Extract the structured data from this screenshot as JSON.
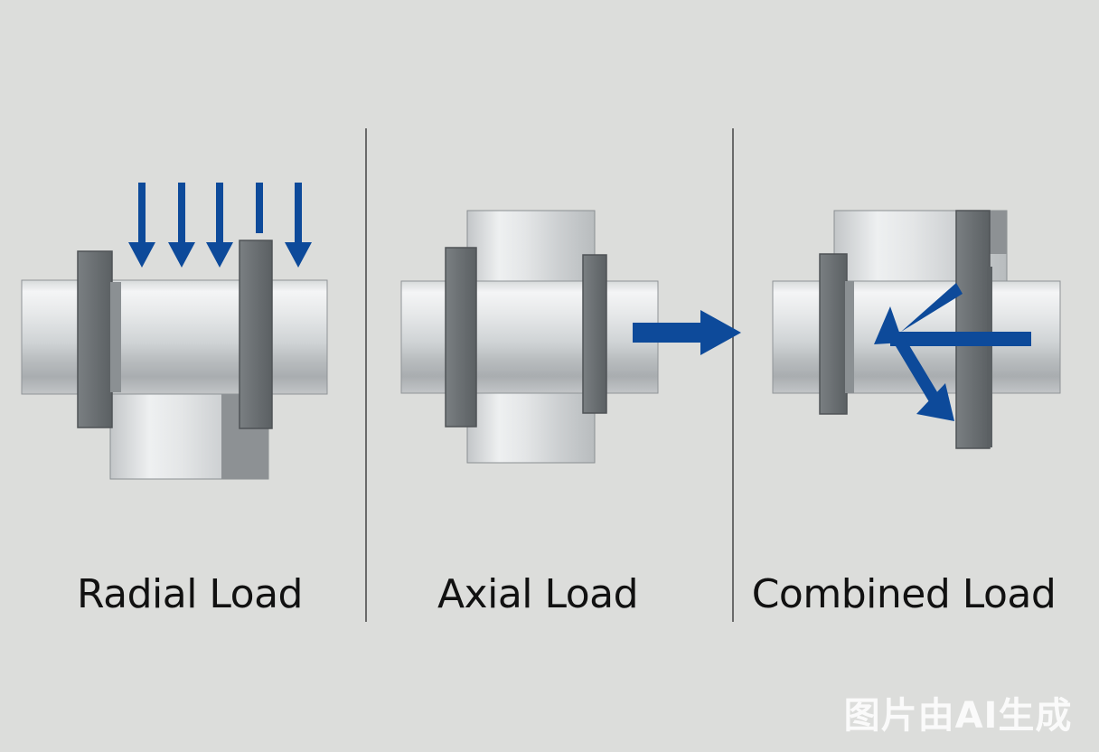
{
  "panels": [
    {
      "id": "radial",
      "caption": "Radial Load"
    },
    {
      "id": "axial",
      "caption": "Axial Load"
    },
    {
      "id": "combined",
      "caption": "Combined Load"
    }
  ],
  "watermark": "图片由AI生成",
  "colors": {
    "background": "#dcdddb",
    "arrow": "#0d4a9a",
    "ring": "#6e7376",
    "ring_edge": "#4f5356",
    "shaft_light": "#eef0f1",
    "shaft_mid": "#c7cbcd",
    "shaft_dark": "#9fa4a7",
    "divider": "#444444",
    "text": "#111111"
  }
}
